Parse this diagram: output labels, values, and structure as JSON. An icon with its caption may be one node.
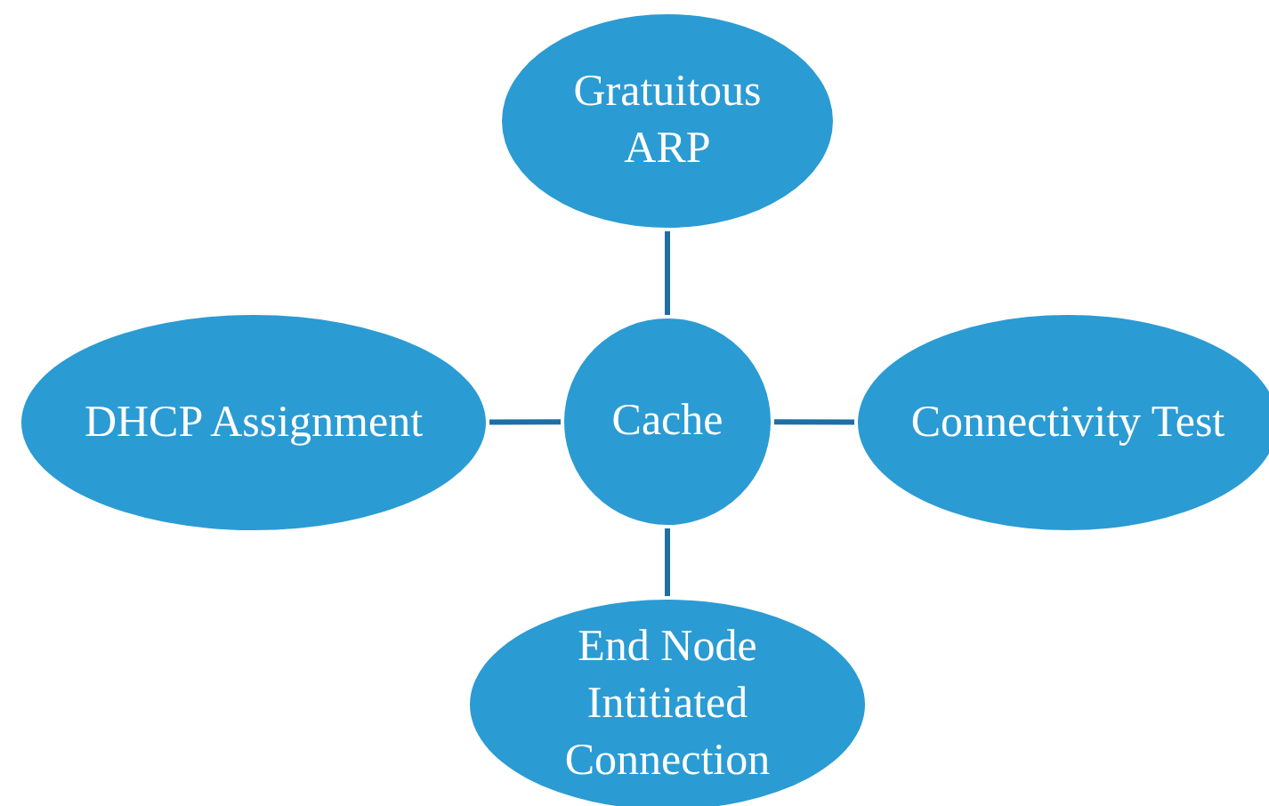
{
  "diagram": {
    "nodes": [
      {
        "text": [
          "Gratuitous ARP"
        ]
      },
      {
        "text": [
          "DHCP Assignment"
        ]
      },
      {
        "text": [
          "Cache"
        ]
      },
      {
        "text": [
          "Connectivity Test"
        ]
      },
      {
        "text": [
          "End Node Intitiated Connection"
        ]
      }
    ],
    "edges": [
      {
        "from": 2,
        "to": 0,
        "arrow": "none"
      },
      {
        "from": 2,
        "to": 1,
        "arrow": "none"
      },
      {
        "from": 2,
        "to": 3,
        "arrow": "none"
      },
      {
        "from": 2,
        "to": 4,
        "arrow": "none"
      }
    ]
  }
}
